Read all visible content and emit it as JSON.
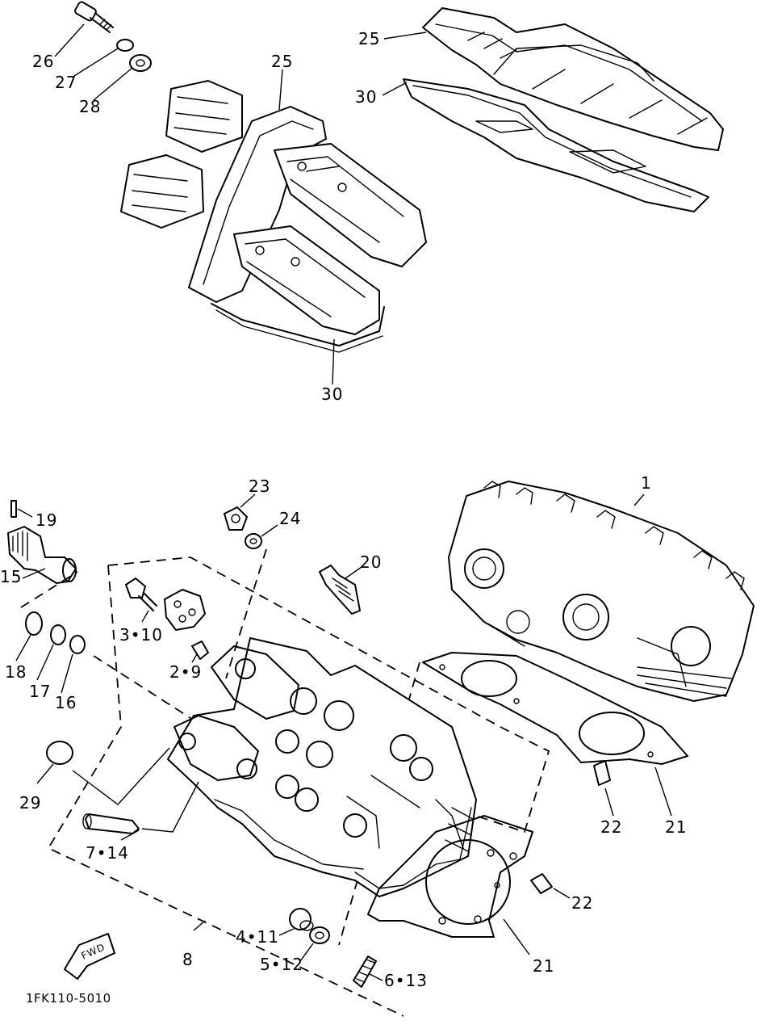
{
  "diagram": {
    "part_labels": {
      "p26": "26",
      "p27": "27",
      "p28": "28",
      "p25_top": "25",
      "p25_left": "25",
      "p30_top": "30",
      "p30_bottom": "30",
      "p23": "23",
      "p24": "24",
      "p19": "19",
      "p15": "15",
      "p20": "20",
      "p1": "1",
      "p3_10": "3•10",
      "p2_9": "2•9",
      "p18": "18",
      "p17": "17",
      "p16": "16",
      "p29": "29",
      "p7_14": "7•14",
      "p22_upper": "22",
      "p21_upper": "21",
      "p22_lower": "22",
      "p4_11": "4•11",
      "p5_12": "5•12",
      "p6_13": "6•13",
      "p21_lower": "21",
      "p8": "8"
    },
    "fwd_badge": "FWD",
    "drawing_code": "1FK110-5010"
  }
}
